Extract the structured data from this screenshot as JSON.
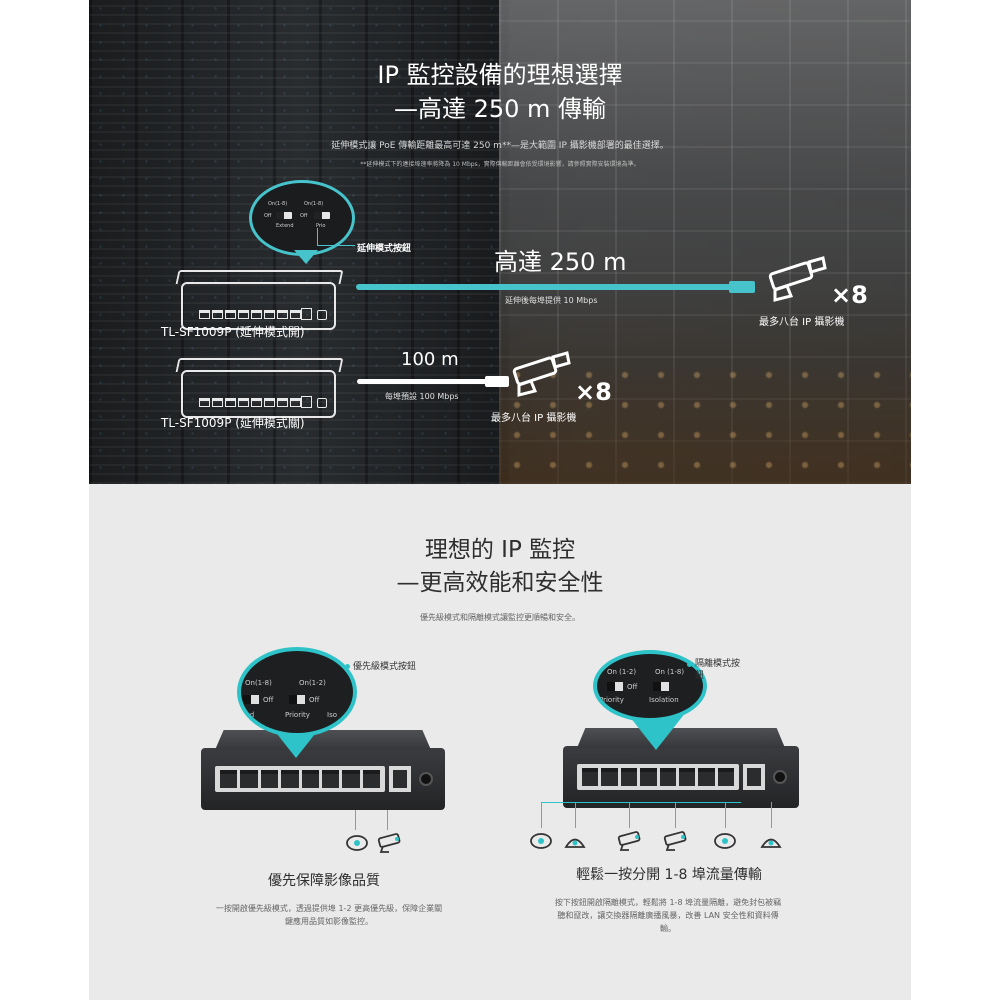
{
  "hero": {
    "title_line1": "IP 監控設備的理想選擇",
    "title_line2": "—高達 250 m 傳輸",
    "description": "延伸模式讓 PoE 傳輸距離最高可達 250 m**—是大範圍 IP 攝影機部署的最佳選擇。",
    "footnote": "**延伸模式下的連接埠速率將降為 10 Mbps，實際傳輸距離會依受環境影響，請參照實際安裝環境為準。",
    "zoom_labels": {
      "on_left": "On(1-8)",
      "on_right": "On(1-8)",
      "off_left": "Off",
      "off_right": "Off",
      "extend": "Extend",
      "prior": "Prio"
    },
    "extend_button_label": "延伸模式按鈕",
    "long_distance": "高達 250 m",
    "long_distance_sub": "延伸後每埠提供 10 Mbps",
    "short_distance": "100 m",
    "short_distance_sub": "每埠預設 100 Mbps",
    "switch_on_label": "TL-SF1009P (延伸模式開)",
    "switch_off_label": "TL-SF1009P (延伸模式關)",
    "cam_multiplier_top": "×8",
    "cam_multiplier_bottom": "×8",
    "cam_label_top": "最多八台 IP 攝影機",
    "cam_label_bottom": "最多八台 IP 攝影機"
  },
  "section2": {
    "title_line1": "理想的 IP 監控",
    "title_line2": "—更高效能和安全性",
    "description": "優先級模式和隔離模式讓監控更順暢和安全。",
    "priority": {
      "callout": "優先級模式按鈕",
      "zoom_labels": {
        "on1": "On(1-8)",
        "on2": "On(1-2)",
        "off1": "Off",
        "off2": "Off",
        "extend": "end",
        "priority": "Priority",
        "iso": "Iso"
      },
      "title": "優先保障影像品質",
      "desc_line1": "一按開啟優先級模式，透過提供埠 1-2 更高優先級，保障企業關",
      "desc_line2": "鍵應用品質如影像監控。"
    },
    "isolation": {
      "callout_line1": "隔離模式按",
      "callout_line2": "鈕",
      "zoom_labels": {
        "on1": "On (1-2)",
        "on2": "On (1-8)",
        "off": "Off",
        "priority": "Priority",
        "isolation": "Isolation"
      },
      "title": "輕鬆一按分開 1-8 埠流量傳輸",
      "desc_line1": "按下按鈕開啟隔離模式，輕鬆將 1-8 埠流量隔離，避免封包被竊",
      "desc_line2": "聽和竄改，讓交換器隔離廣播風暴，改善 LAN 安全性和資料傳",
      "desc_line3": "輸。"
    }
  },
  "colors": {
    "accent_teal": "#47c3cc",
    "section_bg": "#eaeaea",
    "hero_text": "#ffffff"
  },
  "icons": [
    "security-camera-icon",
    "dome-camera-icon",
    "bullet-camera-icon",
    "network-switch-icon"
  ]
}
